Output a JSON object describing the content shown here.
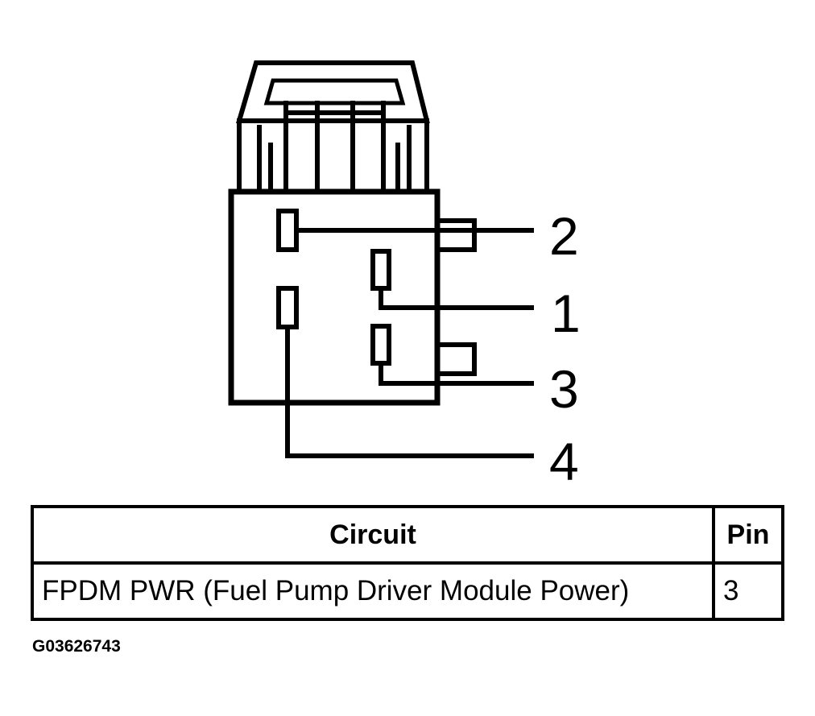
{
  "connector": {
    "pins": [
      {
        "number": "2"
      },
      {
        "number": "1"
      },
      {
        "number": "3"
      },
      {
        "number": "4"
      }
    ]
  },
  "table": {
    "headers": {
      "circuit": "Circuit",
      "pin": "Pin"
    },
    "rows": [
      {
        "circuit": "FPDM PWR (Fuel Pump Driver Module Power)",
        "pin": "3"
      }
    ]
  },
  "figure_id": "G03626743"
}
